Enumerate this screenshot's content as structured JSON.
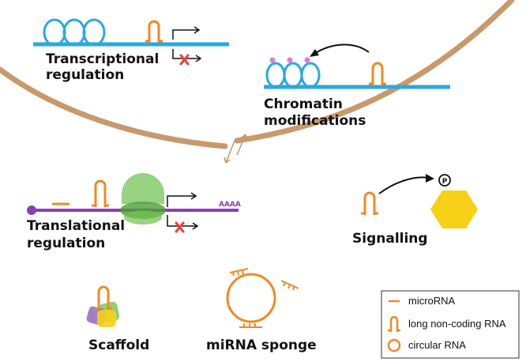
{
  "colors": {
    "membrane": "#C8996B",
    "dna": "#29A9E0",
    "mrna": "#8B3FB5",
    "rna": "#F08A24",
    "ribosome": "#6CC04A",
    "methyl": "#E07BD8",
    "block": "#E8413A",
    "protein": "#F7D117"
  },
  "labels": {
    "transcriptional_1": "Transcriptional",
    "transcriptional_2": "regulation",
    "chromatin_1": "Chromatin",
    "chromatin_2": "modifications",
    "translational_1": "Translational",
    "translational_2": "regulation",
    "signalling": "Signalling",
    "scaffold": "Scaffold",
    "mirna_sponge": "miRNA sponge",
    "polya": "AAAA",
    "phospho": "P"
  },
  "legend": {
    "items": [
      {
        "icon": "microrna-icon",
        "label": "microRNA"
      },
      {
        "icon": "lncrna-icon",
        "label": "long non-coding RNA"
      },
      {
        "icon": "circrna-icon",
        "label": "circular RNA"
      }
    ]
  }
}
